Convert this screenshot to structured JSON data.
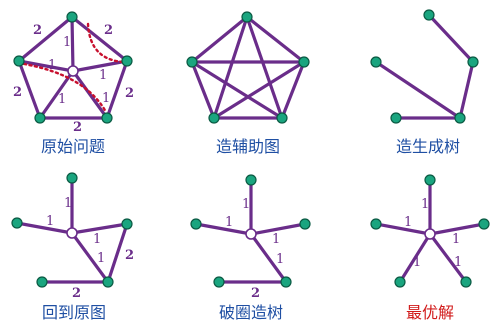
{
  "colors": {
    "edge": "#6a2d8a",
    "node": "#1aa57f",
    "dotted": "#c8102e",
    "caption": "#1f4fa3",
    "caption_highlight": "#d11a1a"
  },
  "panels": [
    {
      "caption": "原始问题",
      "weights": {
        "outer_top_left": "2",
        "outer_top_right": "2",
        "outer_left": "2",
        "outer_right": "2",
        "outer_bottom": "2",
        "spoke_top": "1",
        "spoke_upper_left": "1",
        "spoke_upper_right": "1",
        "spoke_lower_left": "1",
        "spoke_lower_right": "1"
      }
    },
    {
      "caption": "造辅助图"
    },
    {
      "caption": "造生成树"
    },
    {
      "caption": "回到原图",
      "weights": {
        "spoke_top": "1",
        "spoke_left": "1",
        "spoke_right": "1",
        "spoke_lower": "1",
        "edge_right_bottom": "2",
        "edge_bottom": "2"
      }
    },
    {
      "caption": "破圈造树",
      "weights": {
        "spoke_top": "1",
        "spoke_left": "1",
        "spoke_right": "1",
        "spoke_lower": "1",
        "edge_bottom": "2"
      }
    },
    {
      "caption": "最优解",
      "weights": {
        "spoke_top": "1",
        "spoke_left": "1",
        "spoke_right": "1",
        "spoke_lower_left": "1",
        "spoke_lower_right": "1"
      }
    }
  ]
}
